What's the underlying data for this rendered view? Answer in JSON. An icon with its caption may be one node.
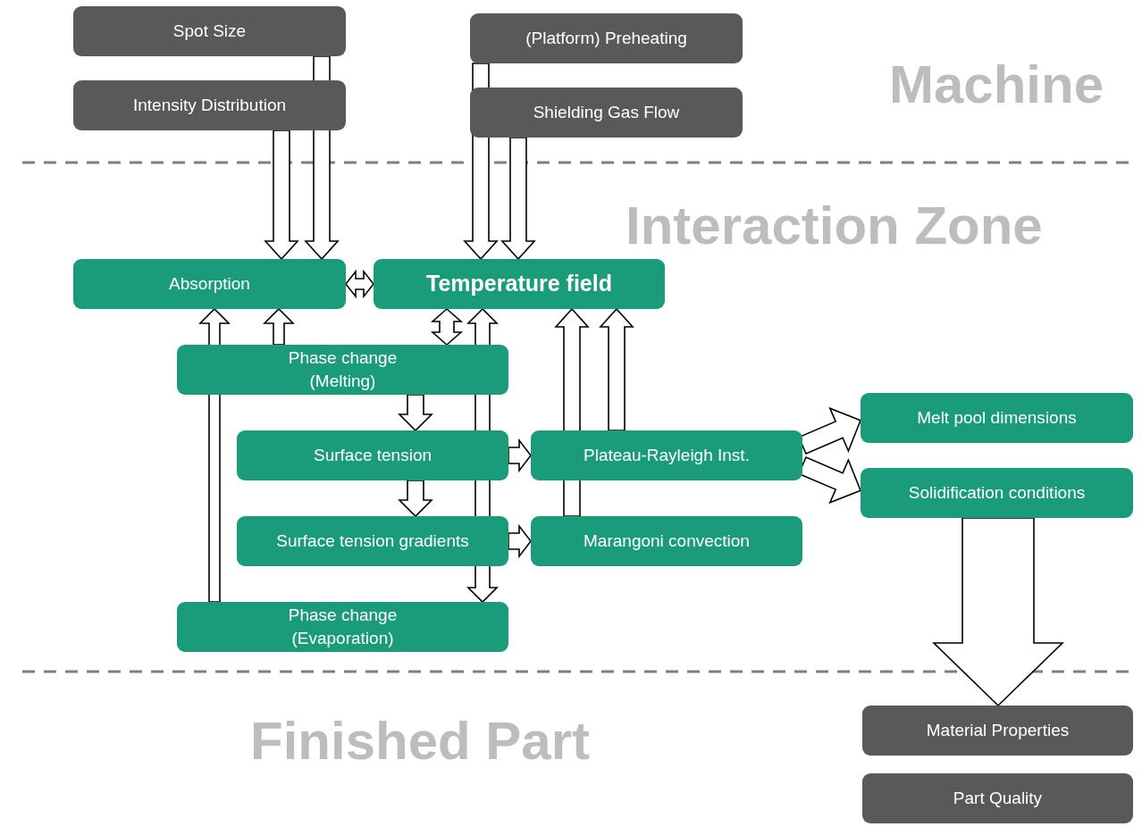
{
  "diagram": {
    "nodes": [
      {
        "text": [
          "Spot Size"
        ]
      },
      {
        "text": [
          "Intensity Distribution"
        ]
      },
      {
        "text": [
          "(Platform) Preheating"
        ]
      },
      {
        "text": [
          "Shielding Gas Flow"
        ]
      },
      {
        "text": [
          "Absorption"
        ]
      },
      {
        "text": [
          "Temperature field"
        ]
      },
      {
        "text": [
          "Phase change (Melting)"
        ]
      },
      {
        "text": [
          "Surface tension"
        ]
      },
      {
        "text": [
          "Surface tension gradients"
        ]
      },
      {
        "text": [
          "Phase change (Evaporation)"
        ]
      },
      {
        "text": [
          "Plateau-Rayleigh Inst."
        ]
      },
      {
        "text": [
          "Marangoni convection"
        ]
      },
      {
        "text": [
          "Melt pool dimensions"
        ]
      },
      {
        "text": [
          "Solidification conditions"
        ]
      },
      {
        "text": [
          "Material Properties"
        ]
      },
      {
        "text": [
          "Part Quality"
        ]
      }
    ],
    "edges": [
      {
        "from": 0,
        "to": 4,
        "arrow": "to"
      },
      {
        "from": 1,
        "to": 4,
        "arrow": "to"
      },
      {
        "from": 2,
        "to": 5,
        "arrow": "to"
      },
      {
        "from": 3,
        "to": 5,
        "arrow": "to"
      },
      {
        "from": 4,
        "to": 5,
        "arrow": "both"
      },
      {
        "from": 6,
        "to": 4,
        "arrow": "to"
      },
      {
        "from": 9,
        "to": 4,
        "arrow": "to"
      },
      {
        "from": 5,
        "to": 6,
        "arrow": "both"
      },
      {
        "from": 5,
        "to": 9,
        "arrow": "both"
      },
      {
        "from": 6,
        "to": 7,
        "arrow": "to"
      },
      {
        "from": 7,
        "to": 8,
        "arrow": "to"
      },
      {
        "from": 7,
        "to": 10,
        "arrow": "to"
      },
      {
        "from": 8,
        "to": 11,
        "arrow": "to"
      },
      {
        "from": 11,
        "to": 5,
        "arrow": "to"
      },
      {
        "from": 10,
        "to": 5,
        "arrow": "to"
      },
      {
        "from": 10,
        "to": 12,
        "arrow": "to"
      },
      {
        "from": 10,
        "to": 13,
        "arrow": "to"
      },
      {
        "from": 13,
        "to": 14,
        "arrow": "to"
      }
    ],
    "labels": [
      "Machine",
      "Interaction Zone",
      "Finished Part"
    ]
  }
}
